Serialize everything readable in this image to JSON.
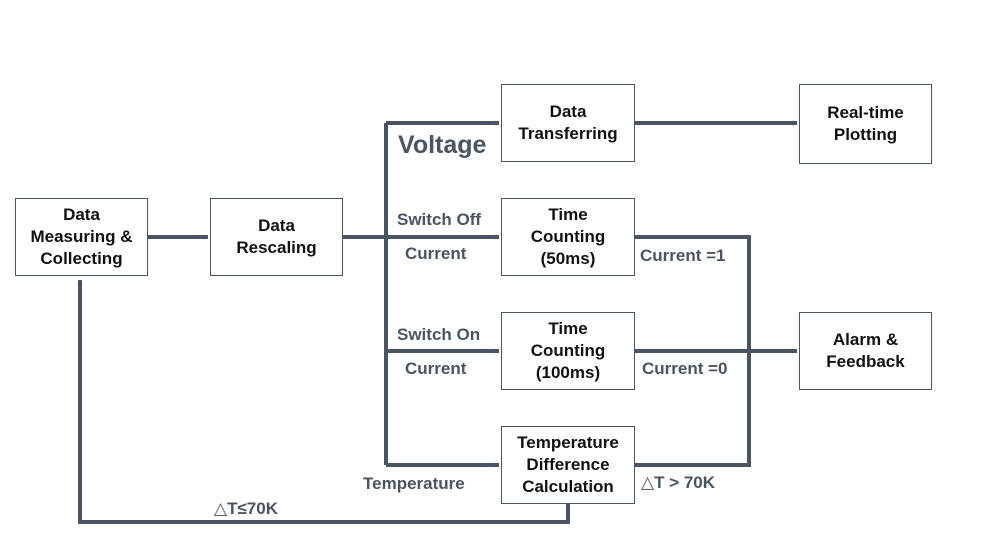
{
  "nodes": {
    "data_measuring": "Data\nMeasuring &\nCollecting",
    "data_rescaling": "Data\nRescaling",
    "data_transferring": "Data\nTransferring",
    "realtime_plotting": "Real-time\nPlotting",
    "time_counting_50": "Time\nCounting\n(50ms)",
    "time_counting_100": "Time\nCounting\n(100ms)",
    "temp_diff_calc": "Temperature\nDifference\nCalculation",
    "alarm_feedback": "Alarm &\nFeedback"
  },
  "labels": {
    "voltage": "Voltage",
    "switch_off": "Switch Off",
    "current_1": "Current",
    "switch_on": "Switch On",
    "current_2": "Current",
    "temperature": "Temperature",
    "current_eq_1": "Current =1",
    "current_eq_0": "Current =0",
    "delta_gt": "△T > 70K",
    "delta_le": "△T≤70K"
  },
  "colors": {
    "line": "#4a5462",
    "box_border": "#4a5462",
    "box_text": "#111111",
    "label_text": "#4a5462"
  }
}
